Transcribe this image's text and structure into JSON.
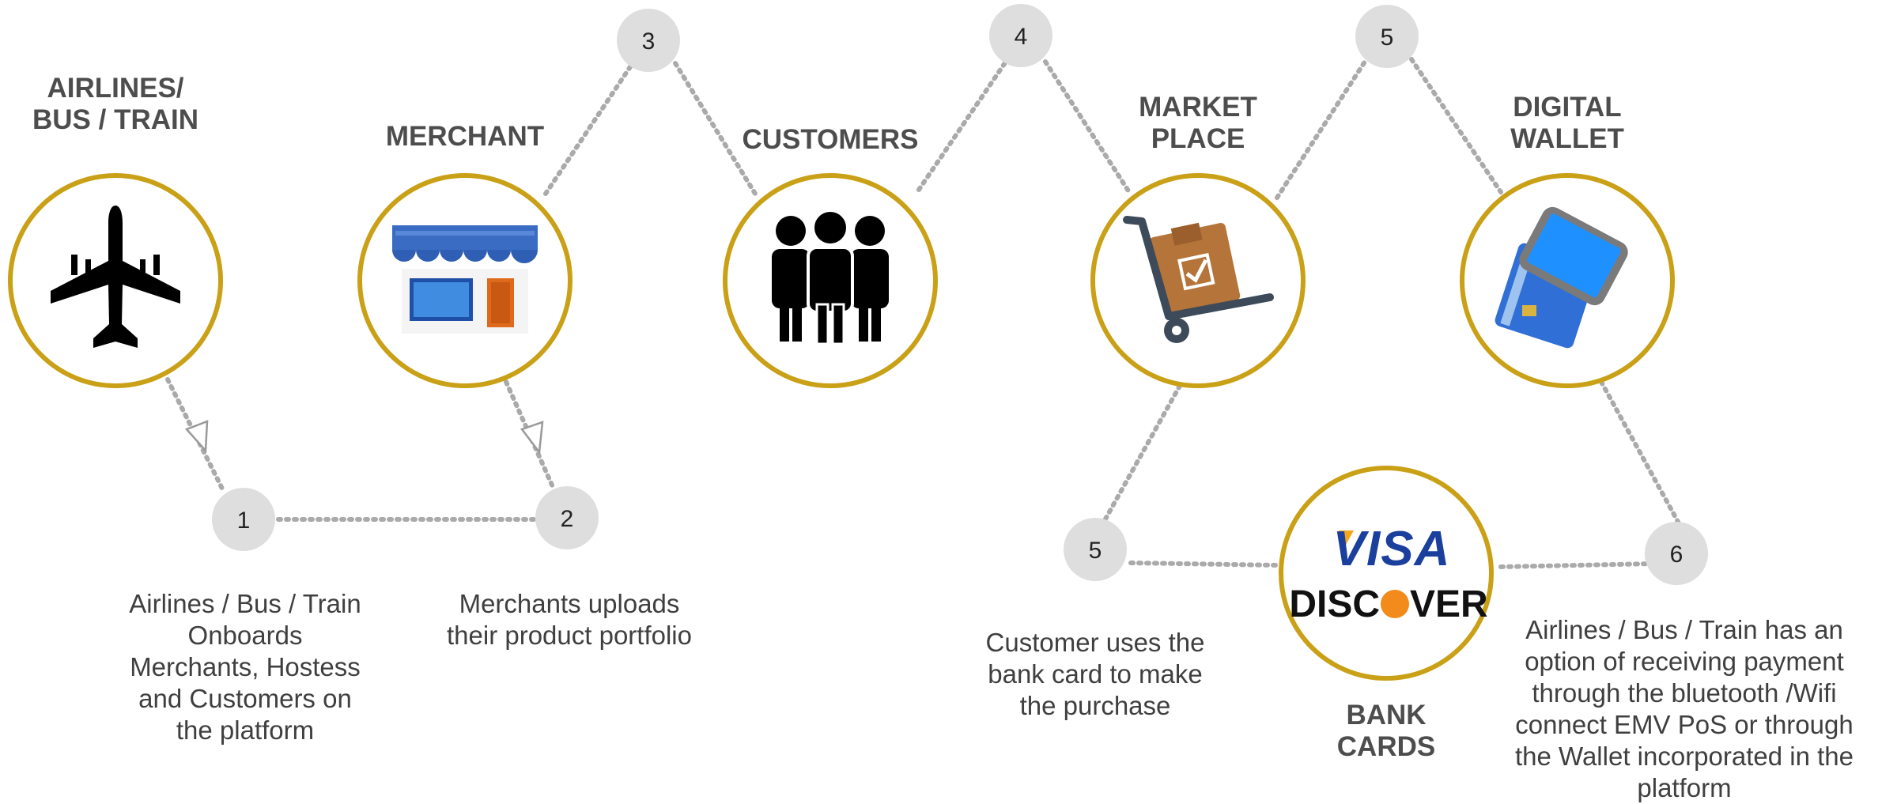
{
  "colors": {
    "ring": "#c9a016",
    "connector": "#aaaaaa",
    "step_bubble": "#dedede",
    "heading": "#4d4d4d",
    "description": "#3f3f3f"
  },
  "nodes": [
    {
      "id": "airlines",
      "heading": "AIRLINES/\nBUS / TRAIN",
      "icon": "airplane-icon"
    },
    {
      "id": "merchant",
      "heading": "MERCHANT",
      "icon": "storefront-icon"
    },
    {
      "id": "customers",
      "heading": "CUSTOMERS",
      "icon": "people-group-icon"
    },
    {
      "id": "marketplace",
      "heading": "MARKET\nPLACE",
      "icon": "hand-truck-box-icon"
    },
    {
      "id": "wallet",
      "heading": "DIGITAL\nWALLET",
      "icon": "smartphone-card-icon"
    },
    {
      "id": "bankcards",
      "heading": "BANK\nCARDS",
      "icon": "visa-discover-logo"
    }
  ],
  "bank_logos": {
    "visa": "VISA",
    "discover_left": "DISC",
    "discover_right": "VER"
  },
  "steps": [
    "1",
    "2",
    "3",
    "4",
    "5",
    "5",
    "6"
  ],
  "descriptions": {
    "step1": "Airlines / Bus / Train\nOnboards\nMerchants, Hostess\nand Customers on\nthe platform",
    "step2": "Merchants uploads\ntheir product portfolio",
    "step5": "Customer uses the\nbank card to make\nthe purchase",
    "step6": "Airlines / Bus / Train  has an\noption of receiving payment\nthrough the bluetooth /Wifi\nconnect EMV PoS or through\nthe Wallet incorporated in the\nplatform"
  }
}
